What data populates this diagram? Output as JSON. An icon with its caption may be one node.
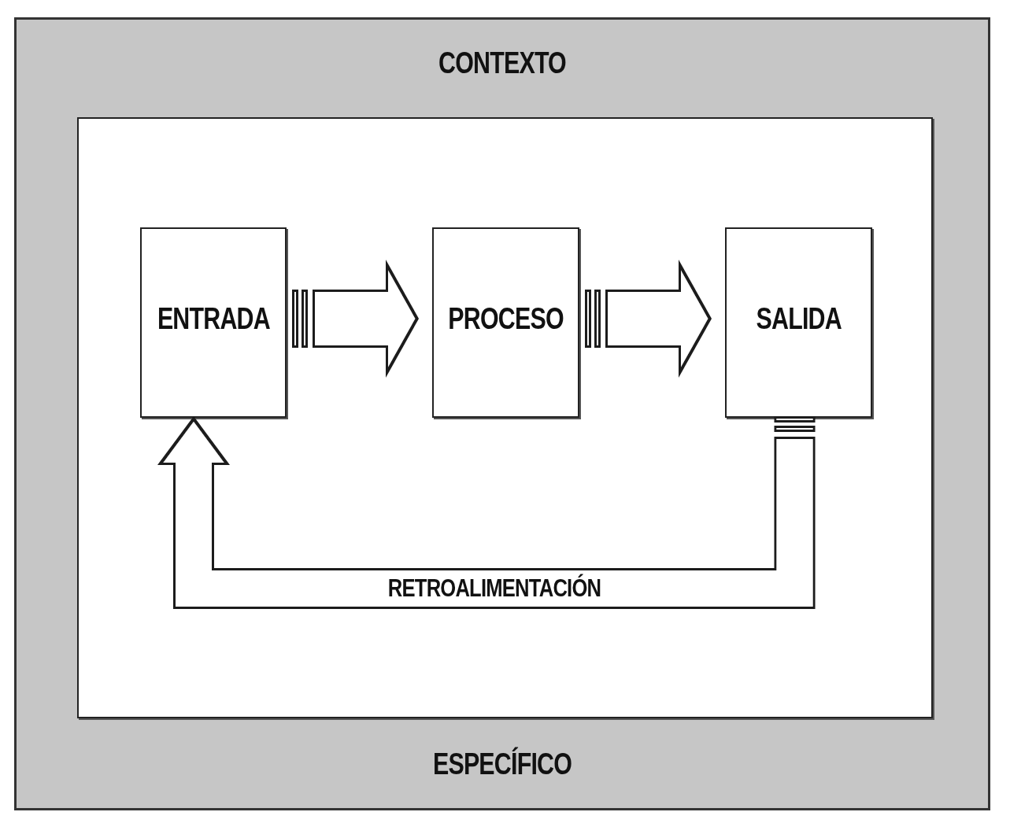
{
  "diagram": {
    "nodes": [
      {
        "text": [
          "CONTEXTO",
          "ESPECÍFICO"
        ]
      },
      {
        "text": [],
        "shape": "box",
        "in": 0
      },
      {
        "text": [
          "ENTRADA"
        ],
        "in": 1
      },
      {
        "text": [
          "PROCESO"
        ],
        "in": 1
      },
      {
        "text": [
          "SALIDA"
        ],
        "in": 1
      }
    ],
    "edges": [
      {
        "from": 2,
        "to": 3,
        "arrow": "to"
      },
      {
        "from": 3,
        "to": 4,
        "arrow": "to"
      },
      {
        "from": 4,
        "to": 2,
        "arrow": "to",
        "label": "RETROALIMENTACIÓN"
      }
    ]
  }
}
